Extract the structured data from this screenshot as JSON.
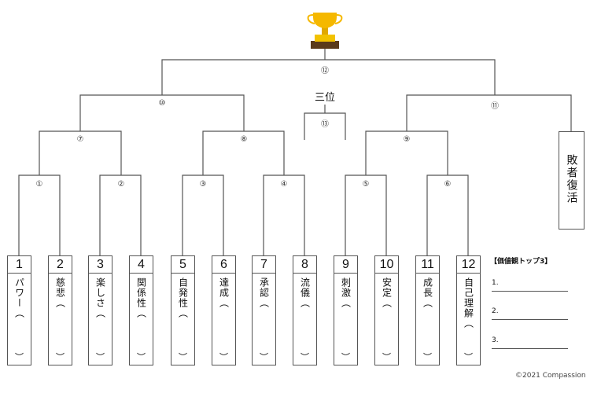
{
  "trophy_icon": "trophy-icon",
  "matches": [
    "①",
    "②",
    "③",
    "④",
    "⑤",
    "⑥",
    "⑦",
    "⑧",
    "⑨",
    "⑩",
    "⑪",
    "⑫",
    "⑬"
  ],
  "third_place": "三位",
  "loser_revival": "敗者復活",
  "entries": [
    {
      "num": "1",
      "name": "パワー"
    },
    {
      "num": "2",
      "name": "慈悲"
    },
    {
      "num": "3",
      "name": "楽しさ"
    },
    {
      "num": "4",
      "name": "関係性"
    },
    {
      "num": "5",
      "name": "自発性"
    },
    {
      "num": "6",
      "name": "達成"
    },
    {
      "num": "7",
      "name": "承認"
    },
    {
      "num": "8",
      "name": "流儀"
    },
    {
      "num": "9",
      "name": "刺激"
    },
    {
      "num": "10",
      "name": "安定"
    },
    {
      "num": "11",
      "name": "成長"
    },
    {
      "num": "12",
      "name": "自己理解"
    }
  ],
  "paren_open": "︵",
  "paren_close": "︶",
  "top3": {
    "title": "【価値観トップ3】",
    "items": [
      "1.",
      "2.",
      "3."
    ]
  },
  "copyright": "©2021 Compassion"
}
